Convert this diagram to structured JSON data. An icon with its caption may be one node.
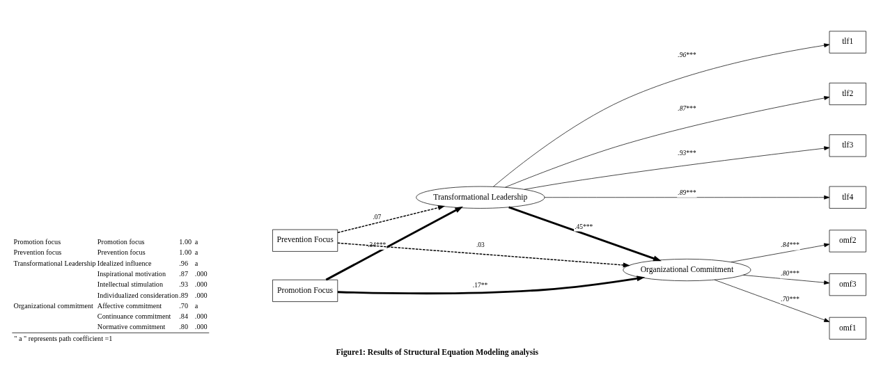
{
  "diagram": {
    "caption": "Figure1: Results of Structural Equation Modeling analysis",
    "nodes": [
      {
        "text": [
          "Promotion Focus"
        ]
      },
      {
        "text": [
          "Prevention Focus"
        ]
      },
      {
        "text": [
          "Transformational Leadership"
        ]
      },
      {
        "text": [
          "Organizational Commitment"
        ]
      },
      {
        "text": [
          "tlf1"
        ]
      },
      {
        "text": [
          "tlf2"
        ]
      },
      {
        "text": [
          "tlf3"
        ]
      },
      {
        "text": [
          "tlf4"
        ]
      },
      {
        "text": [
          "omf1"
        ]
      },
      {
        "text": [
          "omf2"
        ]
      },
      {
        "text": [
          "omf3"
        ]
      }
    ],
    "edges": [
      {
        "from": 0,
        "to": 2,
        "arrow": "to",
        "label": ".34***",
        "style": "thick"
      },
      {
        "from": 0,
        "to": 3,
        "arrow": "to",
        "label": ".17**",
        "style": "thick"
      },
      {
        "from": 1,
        "to": 2,
        "arrow": "to",
        "label": ".07",
        "style": "dashed"
      },
      {
        "from": 1,
        "to": 3,
        "arrow": "to",
        "label": ".03",
        "style": "dashed"
      },
      {
        "from": 2,
        "to": 3,
        "arrow": "to",
        "label": ".45***",
        "style": "thick"
      },
      {
        "from": 2,
        "to": 4,
        "arrow": "to",
        "label": ".96***"
      },
      {
        "from": 2,
        "to": 5,
        "arrow": "to",
        "label": ".87***"
      },
      {
        "from": 2,
        "to": 6,
        "arrow": "to",
        "label": ".93***"
      },
      {
        "from": 2,
        "to": 7,
        "arrow": "to",
        "label": ".89***"
      },
      {
        "from": 3,
        "to": 8,
        "arrow": "to",
        "label": ".70***"
      },
      {
        "from": 3,
        "to": 9,
        "arrow": "to",
        "label": ".84***"
      },
      {
        "from": 3,
        "to": 10,
        "arrow": "to",
        "label": ".80***"
      }
    ],
    "labels": [
      "Promotion focus",
      "Promotion focus",
      "1.00",
      "a",
      "Prevention focus",
      "Prevention focus",
      "1.00",
      "a",
      "Transformational Leadership",
      "Idealized influence",
      ".96",
      "a",
      "Inspirational motivation",
      ".87",
      ".000",
      "Intellectual stimulation",
      ".93",
      ".000",
      "Individualized consideration",
      ".89",
      ".000",
      "Organizational commitment",
      "Affective commitment",
      ".70",
      "a",
      "Continuance commitment",
      ".84",
      ".000",
      "Normative commitment",
      ".80",
      ".000",
      "\" a \" represents path coefficient =1"
    ]
  }
}
